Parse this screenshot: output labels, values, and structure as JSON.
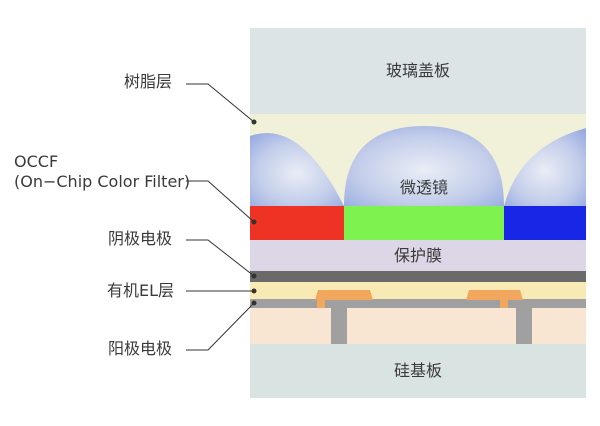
{
  "left_labels": {
    "resin_layer": "树脂层",
    "occf_line1": "OCCF",
    "occf_line2": "(On−Chip Color Filter)",
    "cathode": "阴极电极",
    "organic_el": "有机EL层",
    "anode": "阳极电极"
  },
  "layers": {
    "glass_cover": "玻璃盖板",
    "micro_lens": "微透镜",
    "protective_film": "保护膜",
    "silicon_substrate": "硅基板"
  },
  "colors": {
    "glass": "#dde4e6",
    "resin": "#f1f0d8",
    "lens": "#a8b8e6",
    "filter_red": "#ee3325",
    "filter_green": "#7ef24f",
    "filter_blue": "#1826e6",
    "protective": "#dcd6e6",
    "cathode": "#6a6a6a",
    "organic": "#f8eab4",
    "anode": "#a0a0a0",
    "tft": "#f8e6d2",
    "pad": "#f1a85e",
    "substrate": "#d9e3e1",
    "leader": "#333333"
  }
}
